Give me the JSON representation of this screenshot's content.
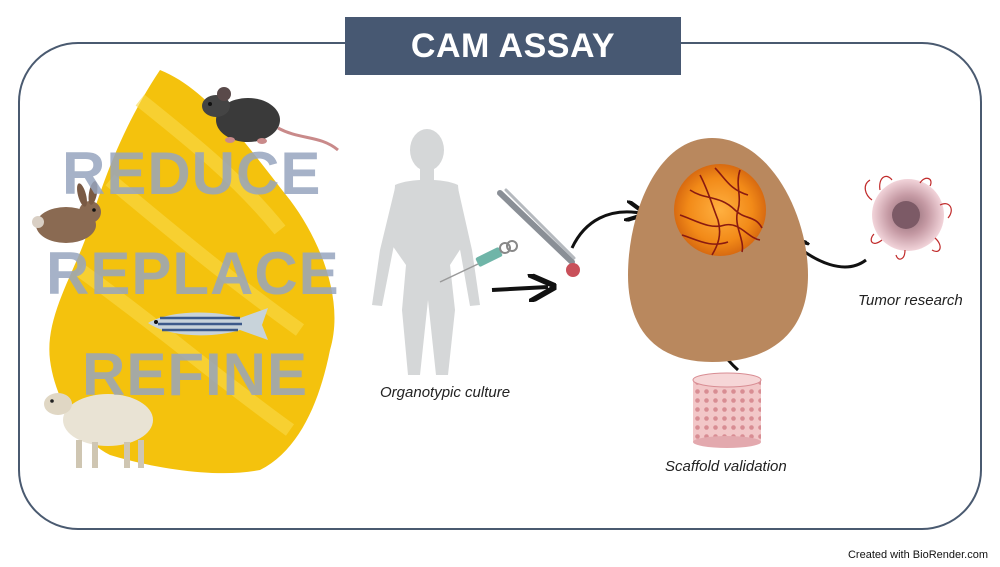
{
  "title": "CAM ASSAY",
  "three_rs": [
    "REDUCE",
    "REPLACE",
    "REFINE"
  ],
  "labels": {
    "organotypic": "Organotypic culture",
    "tumor": "Tumor research",
    "scaffold": "Scaffold validation"
  },
  "credit": "Created with BioRender.com",
  "colors": {
    "title_bg": "#475872",
    "frame": "#4a5a70",
    "brush": "#f4c20d",
    "three_rs_text": "#96a5be",
    "egg": "#b9885e",
    "cam_window": "#f08a1c"
  },
  "icons": [
    "mouse-icon",
    "rabbit-icon",
    "zebrafish-icon",
    "sheep-icon",
    "human-silhouette-icon",
    "syringe-icon",
    "forceps-icon",
    "tissue-sample-icon",
    "egg-icon",
    "tumor-icon",
    "scaffold-icon"
  ]
}
